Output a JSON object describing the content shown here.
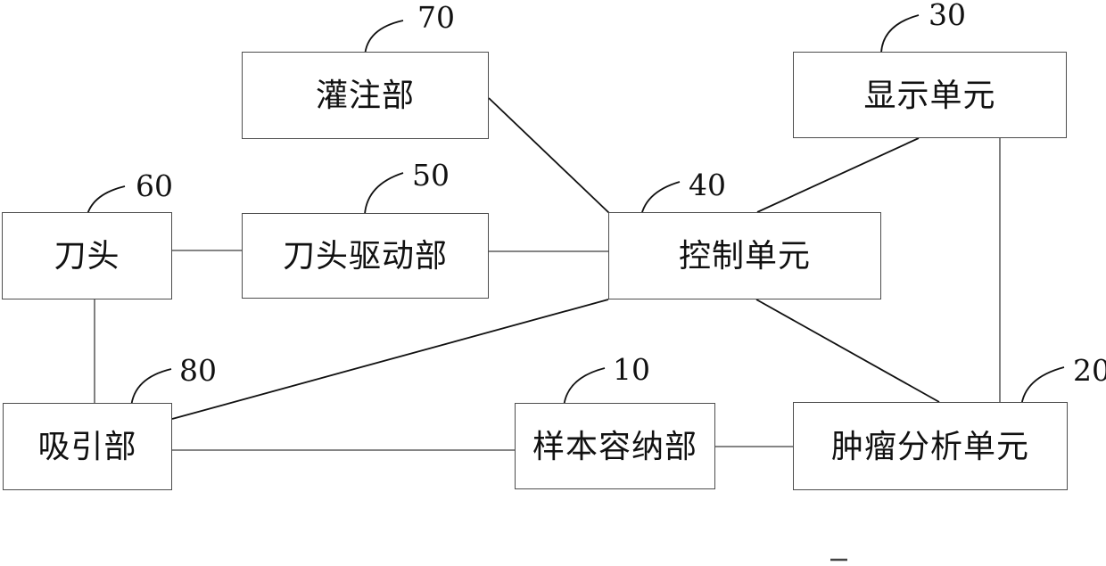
{
  "colors": {
    "background": "#ffffff",
    "box_border": "#4d4d4d",
    "straight_connector": "#3c3c3c",
    "diagonal_connector": "#111111",
    "text": "#111111"
  },
  "diagram": {
    "type": "block-diagram",
    "blocks": [
      {
        "ref": "70",
        "label": "灌注部"
      },
      {
        "ref": "30",
        "label": "显示单元"
      },
      {
        "ref": "60",
        "label": "刀头"
      },
      {
        "ref": "50",
        "label": "刀头驱动部"
      },
      {
        "ref": "40",
        "label": "控制单元"
      },
      {
        "ref": "80",
        "label": "吸引部"
      },
      {
        "ref": "10",
        "label": "样本容纳部"
      },
      {
        "ref": "20",
        "label": "肿瘤分析单元"
      }
    ],
    "connections": [
      {
        "from": "70",
        "to": "40"
      },
      {
        "from": "30",
        "to": "40"
      },
      {
        "from": "30",
        "to": "20"
      },
      {
        "from": "60",
        "to": "50"
      },
      {
        "from": "50",
        "to": "40"
      },
      {
        "from": "60",
        "to": "80"
      },
      {
        "from": "40",
        "to": "80"
      },
      {
        "from": "40",
        "to": "20"
      },
      {
        "from": "80",
        "to": "10"
      },
      {
        "from": "10",
        "to": "20"
      }
    ]
  }
}
